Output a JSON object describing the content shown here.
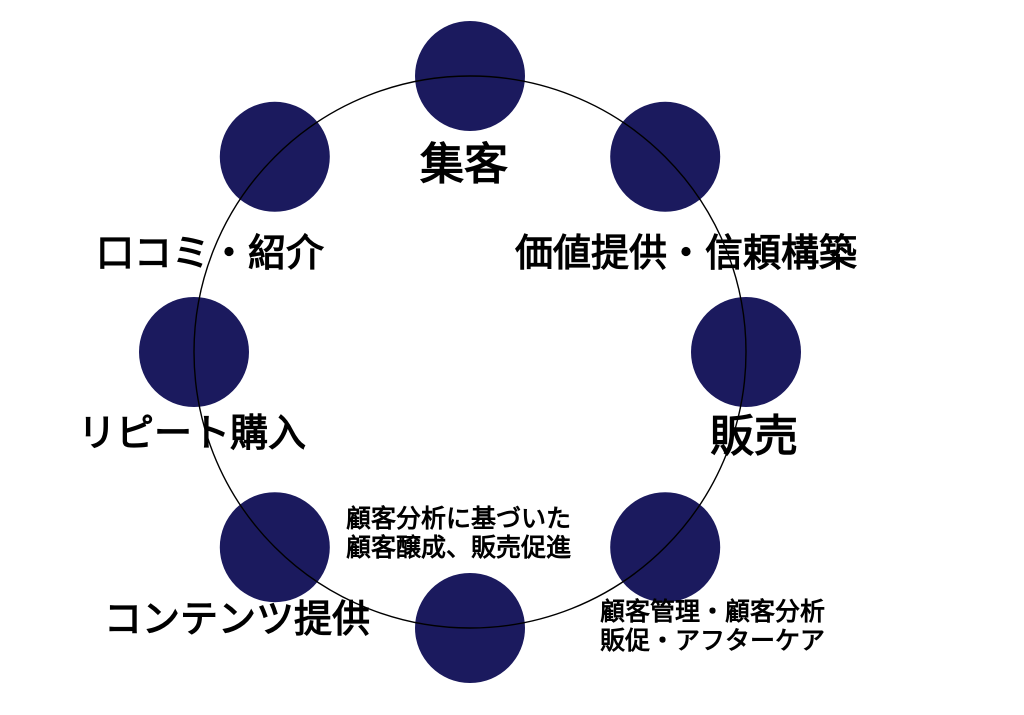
{
  "colors": {
    "node_fill": "#1b1a5e",
    "ring_stroke": "#000000",
    "text": "#000000"
  },
  "cycle": {
    "steps": [
      {
        "label": "集客"
      },
      {
        "label": "価値提供・信頼構築"
      },
      {
        "label": "販売"
      },
      {
        "lines": [
          "顧客管理・顧客分析",
          "販促・アフターケア"
        ]
      },
      {
        "lines": [
          "顧客分析に基づいた",
          "顧客醸成、販売促進"
        ]
      },
      {
        "label": "コンテンツ提供"
      },
      {
        "label": "リピート購入"
      },
      {
        "label": "口コミ・紹介"
      }
    ]
  }
}
